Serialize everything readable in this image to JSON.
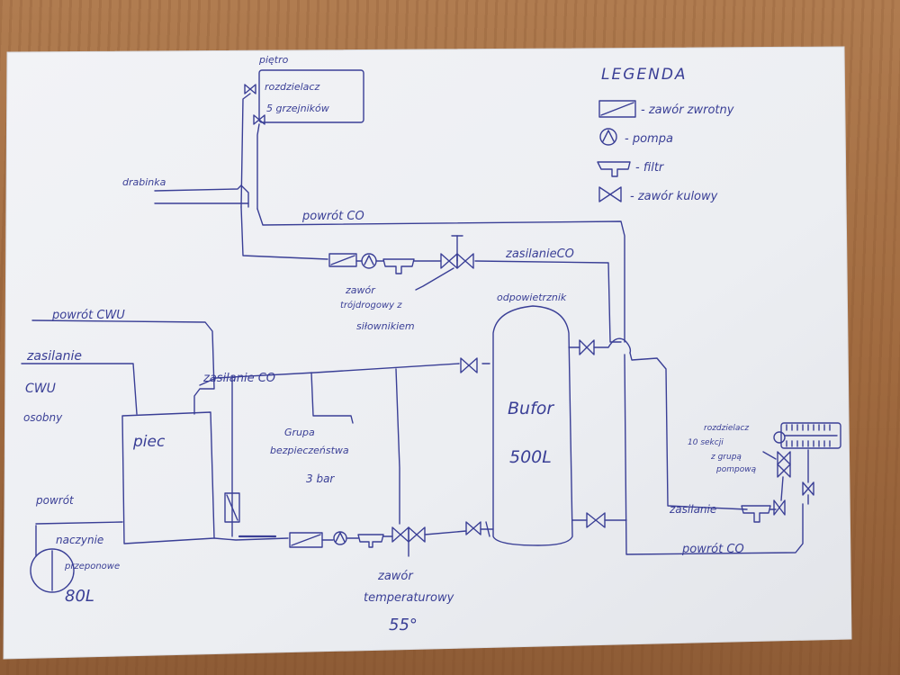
{
  "legend": {
    "title": "LEGENDA",
    "items": [
      {
        "label": "- zawór zwrotny",
        "icon": "check-valve-icon"
      },
      {
        "label": "- pompa",
        "icon": "pump-icon"
      },
      {
        "label": "- filtr",
        "icon": "filter-icon"
      },
      {
        "label": "- zawór kulowy",
        "icon": "ball-valve-icon"
      }
    ]
  },
  "labels": {
    "pietro": "piętro",
    "rozdzielacz_gorny_1": "rozdzielacz",
    "rozdzielacz_gorny_2": "5 grzejników",
    "drabinka": "drabinka",
    "powrot_co_top": "powrót CO",
    "zasilanie_co_top": "zasilanieCO",
    "zawor_trojdrogowy_1": "zawór",
    "zawor_trojdrogowy_2": "trójdrogowy z",
    "zawor_trojdrogowy_3": "siłownikiem",
    "odpowietrznik": "odpowietrznik",
    "powrot_cwu": "powrót CWU",
    "zasilanie_cwu_1": "zasilanie",
    "zasilanie_cwu_2": "CWU",
    "zasilanie_cwu_3": "osobny",
    "zasilanie_co_mid": "zasilanie CO",
    "piec": "piec",
    "grupa_1": "Grupa",
    "grupa_2": "bezpieczeństwa",
    "grupa_3": "3 bar",
    "bufor_1": "Bufor",
    "bufor_2": "500L",
    "rozdzielacz_prawy_1": "rozdzielacz",
    "rozdzielacz_prawy_2": "10 sekcji",
    "rozdzielacz_prawy_3": "z grupą",
    "rozdzielacz_prawy_4": "pompową",
    "zasilanie_right": "zasilanie",
    "powrot_co_bottom": "powrót CO",
    "powrot_left": "powrót",
    "naczynie_1": "naczynie",
    "naczynie_2": "przeponowe",
    "naczynie_3": "80L",
    "zawor_temp_1": "zawór",
    "zawor_temp_2": "temperaturowy",
    "zawor_temp_3": "55°"
  },
  "colors": {
    "ink": "#3a3f96",
    "paper": "#f4f5f7",
    "wood": "#a8754a"
  }
}
